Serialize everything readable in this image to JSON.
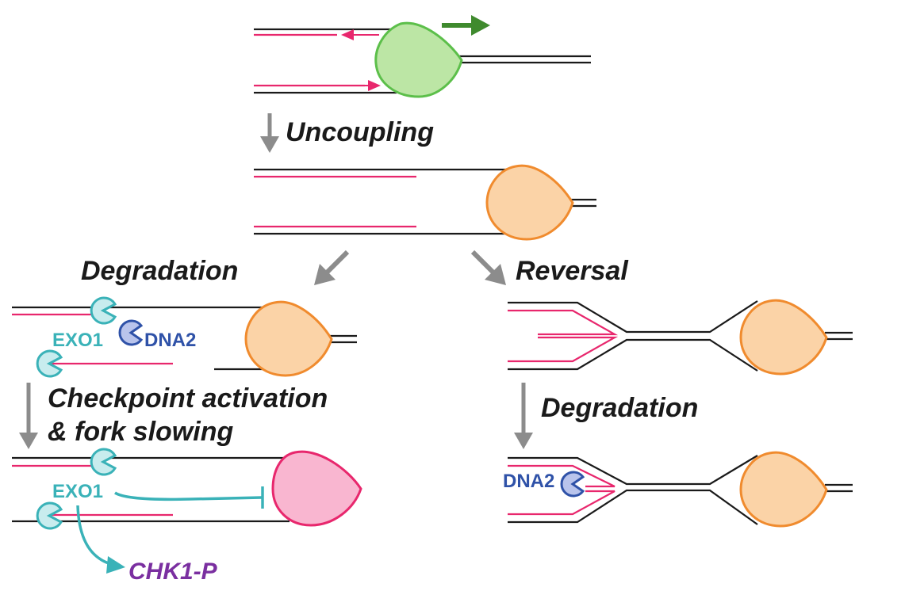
{
  "colors": {
    "strand": "#1a1a1a",
    "nascent": "#e8276d",
    "replisome_active_fill": "#bce6a5",
    "replisome_active_stroke": "#5cbf4a",
    "replisome_stalled_fill": "#fbd3a7",
    "replisome_stalled_stroke": "#f08b2e",
    "replisome_checkpoint_fill": "#f9b6d0",
    "replisome_checkpoint_stroke": "#e8276d",
    "direction_arrow": "#3f8a2e",
    "step_arrow": "#8c8c8c",
    "exo1": "#3ab2b8",
    "exo1_fill": "#c8ecee",
    "dna2": "#2f52a8",
    "dna2_fill": "#b9c4ec",
    "chk1": "#7a2fa0"
  },
  "steps": {
    "uncoupling": "Uncoupling",
    "degradation_left": "Degradation",
    "reversal": "Reversal",
    "checkpoint_line1": "Checkpoint activation",
    "checkpoint_line2": "& fork slowing",
    "degradation_right": "Degradation"
  },
  "enzymes": {
    "exo1": "EXO1",
    "dna2": "DNA2",
    "exo1_bottom": "EXO1",
    "dna2_right": "DNA2",
    "chk1": "CHK1-P"
  }
}
